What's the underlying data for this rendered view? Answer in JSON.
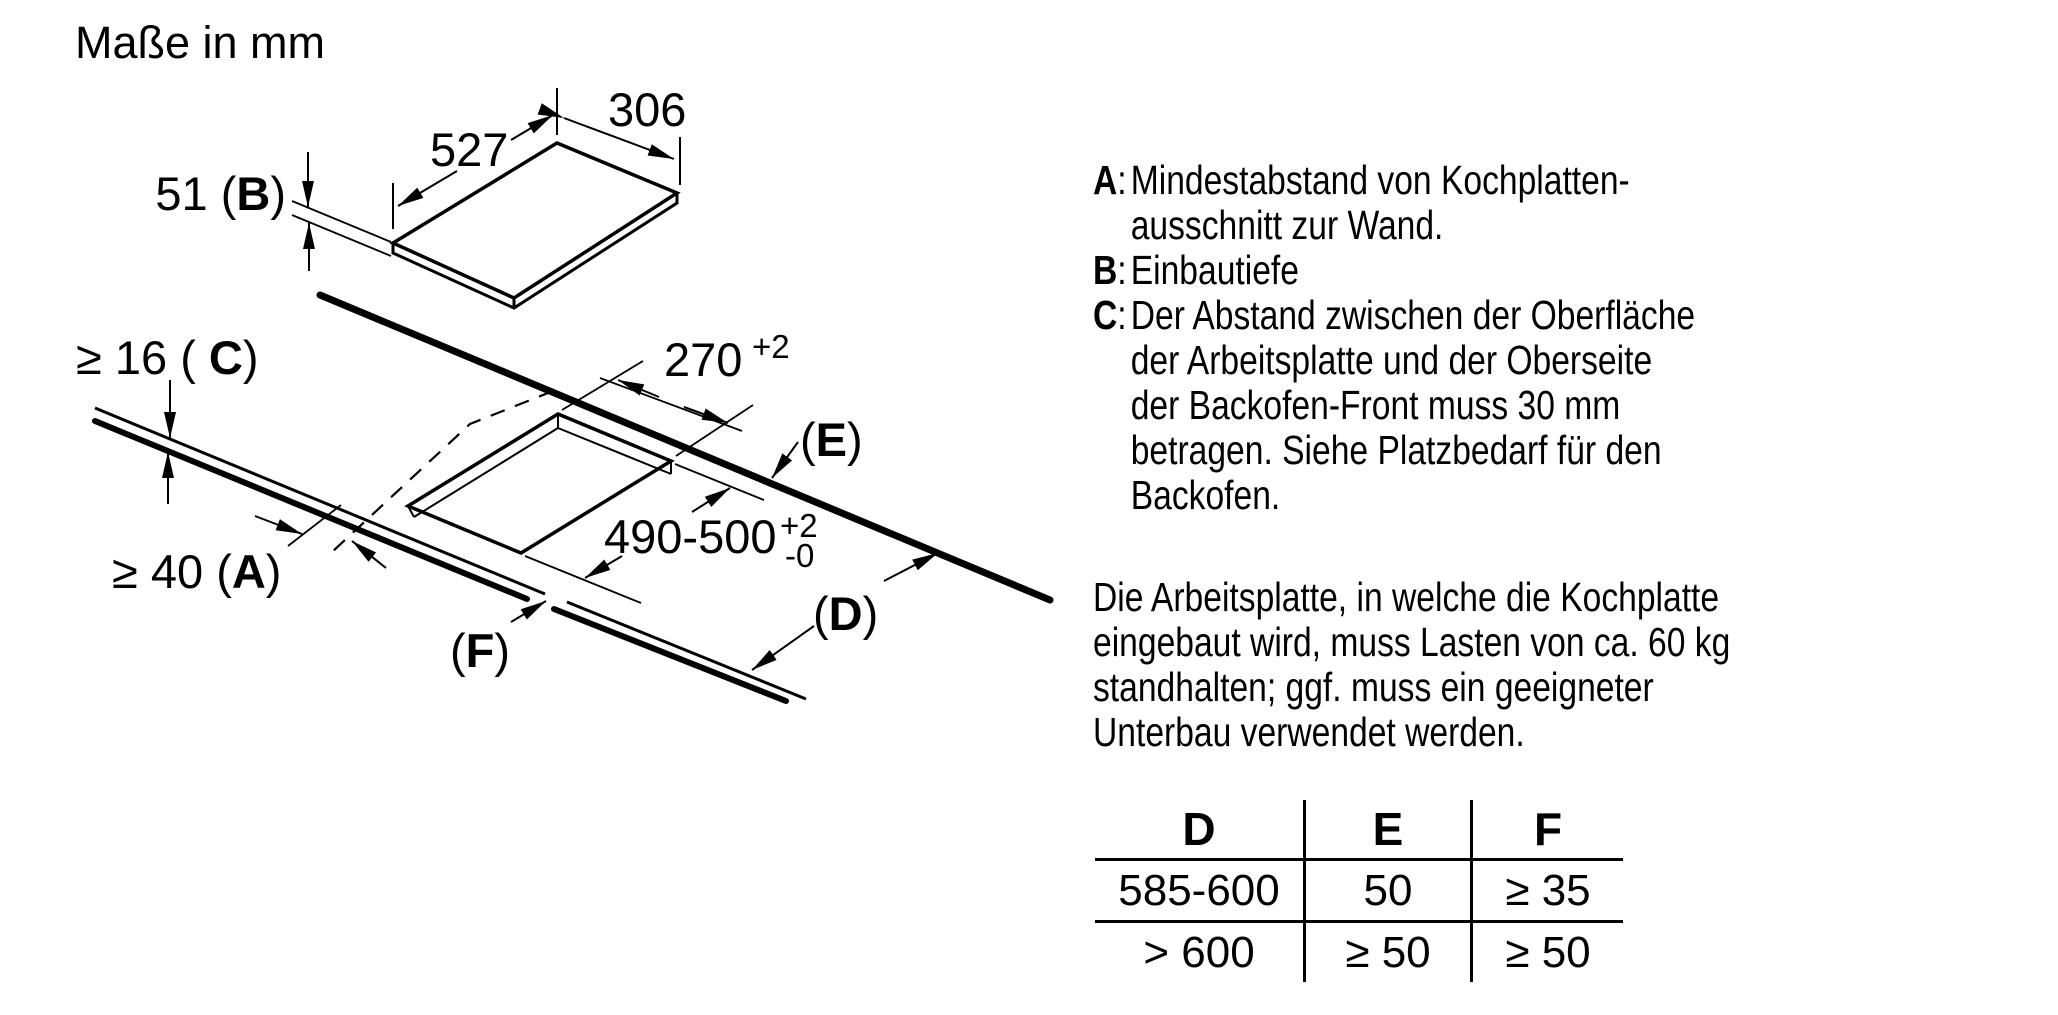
{
  "title": "Maße in mm",
  "diagram": {
    "dims": {
      "length": "527",
      "width": "306",
      "depth": {
        "pre": "51 (",
        "key": "B",
        "post": ")"
      },
      "thickness": {
        "pre": "≥ 16 ( ",
        "key": "C",
        "post": ")"
      },
      "wall": {
        "pre": "≥ 40 (",
        "key": "A",
        "post": ")"
      },
      "cutout_width": {
        "main": "270",
        "sup": "+2"
      },
      "cutout_depth": {
        "main": "490-500",
        "sup": "+2",
        "sub": "-0"
      },
      "label_e": {
        "pre": "(",
        "key": "E",
        "post": ")"
      },
      "label_d": {
        "pre": "(",
        "key": "D",
        "post": ")"
      },
      "label_f": {
        "pre": "(",
        "key": "F",
        "post": ")"
      }
    }
  },
  "legend": {
    "items": [
      {
        "key": "A",
        "sep": ":",
        "lines": "Mindestabstand von Kochplatten-\nausschnitt zur Wand."
      },
      {
        "key": "B",
        "sep": ":",
        "lines": "Einbautiefe"
      },
      {
        "key": "C",
        "sep": ":",
        "lines": "Der Abstand zwischen der Oberfläche\nder Arbeitsplatte und der Oberseite\nder Backofen-Front muss 30 mm\nbetragen. Siehe Platzbedarf für den\nBackofen."
      }
    ]
  },
  "note": "Die Arbeitsplatte, in welche die Kochplatte\neingebaut wird, muss Lasten von ca. 60 kg\nstandhalten; ggf. muss ein geeigneter\nUnterbau verwendet werden.",
  "table": {
    "headers": [
      "D",
      "E",
      "F"
    ],
    "rows": [
      [
        "585-600",
        "50",
        "≥ 35"
      ],
      [
        "> 600",
        "≥ 50",
        "≥ 50"
      ]
    ]
  }
}
